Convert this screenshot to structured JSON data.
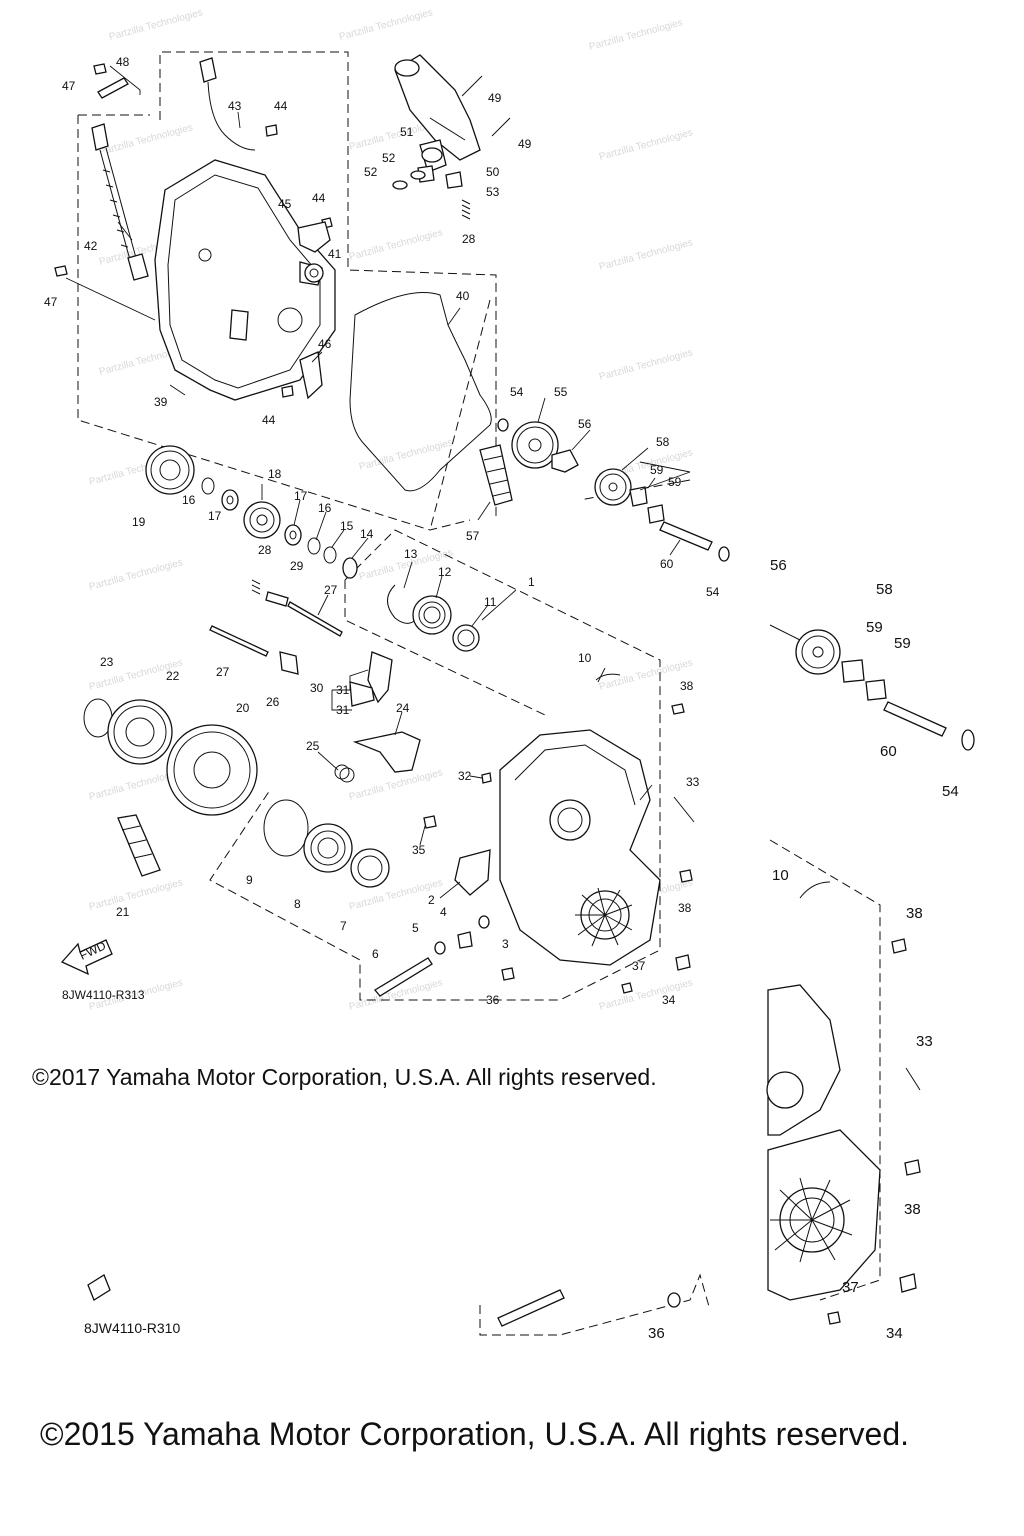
{
  "diagram": {
    "copyright_main": "©2015 Yamaha Motor Corporation, U.S.A. All rights reserved.",
    "copyright_inset": "©2017 Yamaha Motor Corporation, U.S.A. All rights reserved.",
    "code_inset": "8JW4110-R313",
    "code_main": "8JW4110-R310",
    "fwd_label": "FWD",
    "watermark": "Partzilla Technologies",
    "callouts": [
      {
        "id": "c47a",
        "text": "47"
      },
      {
        "id": "c48",
        "text": "48"
      },
      {
        "id": "c43",
        "text": "43"
      },
      {
        "id": "c44a",
        "text": "44"
      },
      {
        "id": "c49a",
        "text": "49"
      },
      {
        "id": "c49b",
        "text": "49"
      },
      {
        "id": "c51",
        "text": "51"
      },
      {
        "id": "c52a",
        "text": "52"
      },
      {
        "id": "c52b",
        "text": "52"
      },
      {
        "id": "c50",
        "text": "50"
      },
      {
        "id": "c53",
        "text": "53"
      },
      {
        "id": "c28a",
        "text": "28"
      },
      {
        "id": "c44b",
        "text": "44"
      },
      {
        "id": "c45",
        "text": "45"
      },
      {
        "id": "c41",
        "text": "41"
      },
      {
        "id": "c42",
        "text": "42"
      },
      {
        "id": "c47b",
        "text": "47"
      },
      {
        "id": "c40",
        "text": "40"
      },
      {
        "id": "c46",
        "text": "46"
      },
      {
        "id": "c39",
        "text": "39"
      },
      {
        "id": "c44c",
        "text": "44"
      },
      {
        "id": "c54a",
        "text": "54"
      },
      {
        "id": "c55",
        "text": "55"
      },
      {
        "id": "c56a",
        "text": "56"
      },
      {
        "id": "c58a",
        "text": "58"
      },
      {
        "id": "c59a",
        "text": "59"
      },
      {
        "id": "c59b",
        "text": "59"
      },
      {
        "id": "c19",
        "text": "19"
      },
      {
        "id": "c16a",
        "text": "16"
      },
      {
        "id": "c17a",
        "text": "17"
      },
      {
        "id": "c18",
        "text": "18"
      },
      {
        "id": "c17b",
        "text": "17"
      },
      {
        "id": "c16b",
        "text": "16"
      },
      {
        "id": "c15",
        "text": "15"
      },
      {
        "id": "c14",
        "text": "14"
      },
      {
        "id": "c57",
        "text": "57"
      },
      {
        "id": "c60a",
        "text": "60"
      },
      {
        "id": "c54b",
        "text": "54"
      },
      {
        "id": "c28b",
        "text": "28"
      },
      {
        "id": "c29",
        "text": "29"
      },
      {
        "id": "c13",
        "text": "13"
      },
      {
        "id": "c12",
        "text": "12"
      },
      {
        "id": "c11",
        "text": "11"
      },
      {
        "id": "c1",
        "text": "1"
      },
      {
        "id": "c27a",
        "text": "27"
      },
      {
        "id": "c27b",
        "text": "27"
      },
      {
        "id": "c26",
        "text": "26"
      },
      {
        "id": "c23",
        "text": "23"
      },
      {
        "id": "c22",
        "text": "22"
      },
      {
        "id": "c30",
        "text": "30"
      },
      {
        "id": "c31a",
        "text": "31"
      },
      {
        "id": "c31b",
        "text": "31"
      },
      {
        "id": "c20",
        "text": "20"
      },
      {
        "id": "c24",
        "text": "24"
      },
      {
        "id": "c25",
        "text": "25"
      },
      {
        "id": "c10a",
        "text": "10"
      },
      {
        "id": "c38a",
        "text": "38"
      },
      {
        "id": "c32",
        "text": "32"
      },
      {
        "id": "c33a",
        "text": "33"
      },
      {
        "id": "c35",
        "text": "35"
      },
      {
        "id": "c9",
        "text": "9"
      },
      {
        "id": "c8",
        "text": "8"
      },
      {
        "id": "c7",
        "text": "7"
      },
      {
        "id": "c2",
        "text": "2"
      },
      {
        "id": "c38b",
        "text": "38"
      },
      {
        "id": "c21",
        "text": "21"
      },
      {
        "id": "c4",
        "text": "4"
      },
      {
        "id": "c5",
        "text": "5"
      },
      {
        "id": "c3",
        "text": "3"
      },
      {
        "id": "c6",
        "text": "6"
      },
      {
        "id": "c37a",
        "text": "37"
      },
      {
        "id": "c36a",
        "text": "36"
      },
      {
        "id": "c34a",
        "text": "34"
      },
      {
        "id": "c56b",
        "text": "56"
      },
      {
        "id": "c58b",
        "text": "58"
      },
      {
        "id": "c59c",
        "text": "59"
      },
      {
        "id": "c59d",
        "text": "59"
      },
      {
        "id": "c60b",
        "text": "60"
      },
      {
        "id": "c54c",
        "text": "54"
      },
      {
        "id": "c10b",
        "text": "10"
      },
      {
        "id": "c38c",
        "text": "38"
      },
      {
        "id": "c33b",
        "text": "33"
      },
      {
        "id": "c38d",
        "text": "38"
      },
      {
        "id": "c37b",
        "text": "37"
      },
      {
        "id": "c36b",
        "text": "36"
      },
      {
        "id": "c34b",
        "text": "34"
      }
    ]
  }
}
